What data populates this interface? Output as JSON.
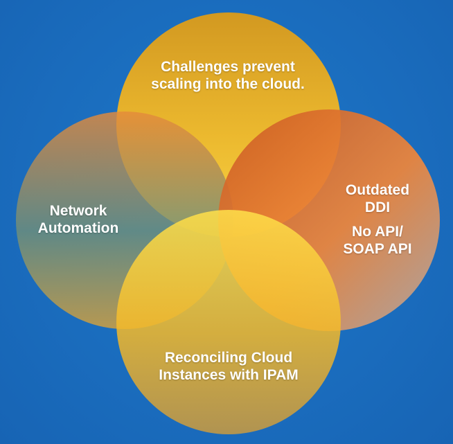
{
  "circles": {
    "top": {
      "lines": [
        "Challenges prevent",
        "scaling into the cloud."
      ]
    },
    "left": {
      "lines": [
        "Network",
        "Automation"
      ]
    },
    "right": {
      "lines": [
        "Outdated",
        "DDI"
      ],
      "sublines": [
        "No API/",
        "SOAP API"
      ]
    },
    "bottom": {
      "lines": [
        "Reconciling Cloud",
        "Instances with IPAM"
      ]
    }
  },
  "colors": {
    "background": "#1a6fc0",
    "top_circle": "#e8b020",
    "left_circle": "#d8853a",
    "right_circle": "#e06a28",
    "bottom_circle": "#f8c830"
  }
}
